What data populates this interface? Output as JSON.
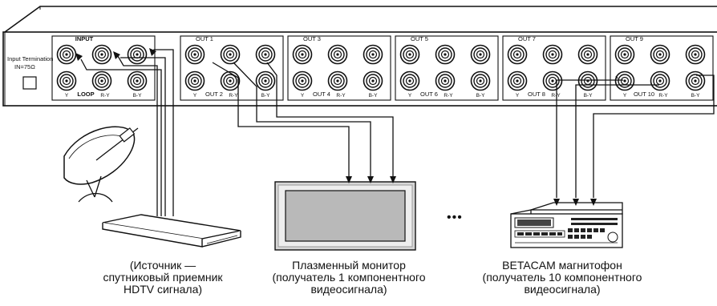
{
  "panel": {
    "termination_line1": "Input Termination",
    "termination_line2": "IN=75Ω",
    "input_label": "INPUT",
    "loop_label": "LOOP",
    "outputs_top": [
      "OUT 1",
      "OUT 3",
      "OUT 5",
      "OUT 7",
      "OUT 9"
    ],
    "outputs_bottom": [
      "OUT 2",
      "OUT 4",
      "OUT 6",
      "OUT 8",
      "OUT 10"
    ],
    "channel_labels": [
      "Y",
      "R-Y",
      "B-Y"
    ]
  },
  "ellipsis": "•••",
  "captions": {
    "source": [
      "(Источник —",
      "спутниковый приемник",
      "HDTV сигнала)"
    ],
    "monitor": [
      "Плазменный монитор",
      "(получатель 1 компонентного",
      "видеосигнала)"
    ],
    "recorder": [
      "BETACAM магнитофон",
      "(получатель 10 компонентного",
      "видеосигнала)"
    ]
  }
}
